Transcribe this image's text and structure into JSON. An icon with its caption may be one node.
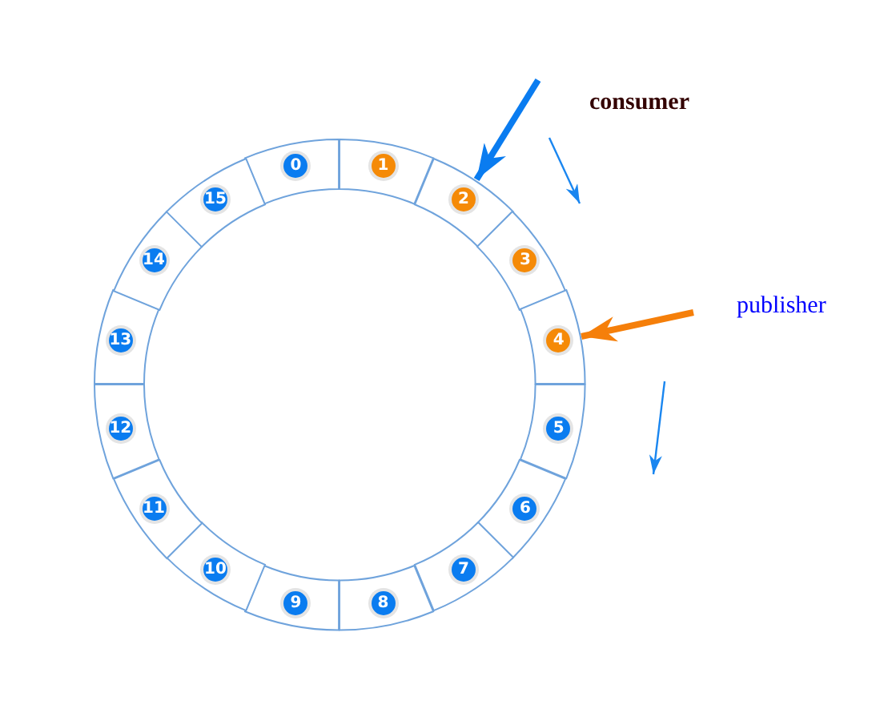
{
  "diagram": {
    "nodes": [
      {
        "text": [
          "0"
        ]
      },
      {
        "text": [
          "1"
        ]
      },
      {
        "text": [
          "2"
        ]
      },
      {
        "text": [
          "3"
        ]
      },
      {
        "text": [
          "4"
        ]
      },
      {
        "text": [
          "5"
        ]
      },
      {
        "text": [
          "6"
        ]
      },
      {
        "text": [
          "7"
        ]
      },
      {
        "text": [
          "8"
        ]
      },
      {
        "text": [
          "9"
        ]
      },
      {
        "text": [
          "10"
        ]
      },
      {
        "text": [
          "11"
        ]
      },
      {
        "text": [
          "12"
        ]
      },
      {
        "text": [
          "13"
        ]
      },
      {
        "text": [
          "14"
        ]
      },
      {
        "text": [
          "15"
        ]
      }
    ],
    "edges": [
      {
        "from": null,
        "to": 2,
        "arrow": "to",
        "color": "#0a7cf0"
      },
      {
        "from": null,
        "to": 4,
        "arrow": "to",
        "color": "#f57f0a"
      }
    ],
    "labels": [
      "consumer",
      "publisher"
    ]
  }
}
